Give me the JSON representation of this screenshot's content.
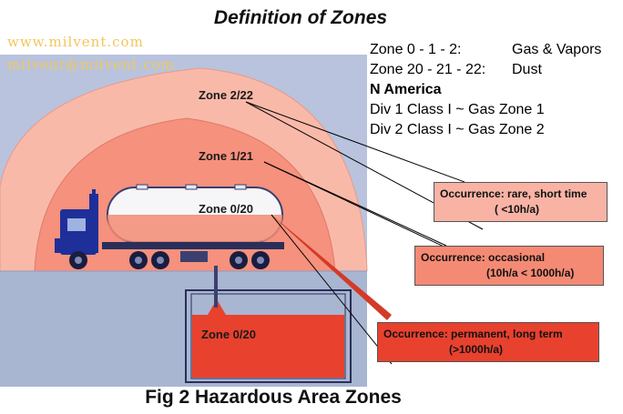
{
  "title": "Definition of Zones",
  "watermarks": [
    "www.milvent.com",
    "milvent@milvent.com"
  ],
  "legend": {
    "rows": [
      {
        "left": "Zone 0 - 1 -  2:",
        "right": "Gas & Vapors"
      },
      {
        "left": "Zone 20 - 21 - 22:",
        "right": "Dust"
      }
    ],
    "heading": "N America",
    "lines": [
      "Div 1 Class I ~ Gas Zone 1",
      "Div 2 Class I ~ Gas Zone 2"
    ]
  },
  "zones": {
    "outer": "Zone 2/22",
    "middle": "Zone 1/21",
    "inner": "Zone 0/20",
    "tank": "Zone 0/20"
  },
  "callouts": [
    {
      "line1": "Occurrence: rare, short time",
      "line2": "( <10h/a)",
      "color": "#f8b3a5"
    },
    {
      "line1": "Occurrence: occasional",
      "line2": "(10h/a < 1000h/a)",
      "color": "#f58a74"
    },
    {
      "line1": "Occurrence: permanent, long term",
      "line2": "(>1000h/a)",
      "color": "#e8412e"
    }
  ],
  "colors": {
    "zone2": "#f9b9a9",
    "zone1": "#f5917d",
    "zone0": "#e8412e",
    "background": "#b9c3dd",
    "ground": "#a9b6d2",
    "truck_cab": "#1e2f9a"
  },
  "caption": "Fig 2 Hazardous Area Zones"
}
